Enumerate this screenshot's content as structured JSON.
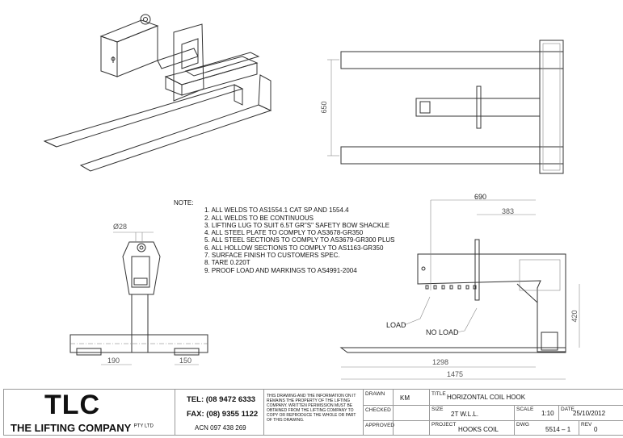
{
  "notes": {
    "heading": "NOTE:",
    "items": [
      "1. ALL WELDS TO AS1554.1 CAT SP AND 1554.4",
      "2. ALL WELDS TO BE CONTINUOUS",
      "3. LIFTING LUG TO SUIT 6.5T GR\"S\" SAFETY BOW SHACKLE",
      "4. ALL STEEL PLATE TO COMPLY TO AS3678-GR350",
      "5. ALL STEEL SECTIONS TO COMPLY TO AS3679-GR300 PLUS",
      "6. ALL HOLLOW SECTIONS TO COMPLY TO AS1163-GR350",
      "7. SURFACE FINISH TO CUSTOMERS SPEC.",
      "8. TARE 0.220T",
      "9. PROOF LOAD AND MARKINGS TO AS4991-2004"
    ]
  },
  "dimensions": {
    "top_view_width": "650",
    "pin_diameter": "Ø28",
    "front_left": "190",
    "front_right": "150",
    "side_690": "690",
    "side_383": "383",
    "side_420": "420",
    "side_1298": "1298",
    "side_1475": "1475",
    "load_label": "LOAD",
    "no_load_label": "NO LOAD"
  },
  "title_block": {
    "logo": "TLC",
    "company": "THE LIFTING COMPANY",
    "company_suffix": "PTY LTD",
    "tel": "TEL: (08 9472 6333",
    "fax": "FAX: (08) 9355 1122",
    "acn": "ACN 097 438 269",
    "disclaimer": "THIS DRAWING AND THE INFORMATION ON IT REMAINS THE PROPERTY OF THE LIFTING COMPANY. WRITTEN PERMISSION MUST BE OBTAINED FROM THE LIFTING COMPANY TO COPY OR REPRODUCE THE WHOLE OR PART OF THIS DRAWING.",
    "drawn_label": "DRAWN",
    "drawn_value": "KM",
    "checked_label": "CHECKED",
    "approved_label": "APPROVED",
    "title_label": "TITLE",
    "title_value": "HORIZONTAL COIL HOOK",
    "size_label": "SIZE",
    "size_value": "2T W.L.L.",
    "scale_label": "SCALE",
    "scale_value": "1:10",
    "date_label": "DATE",
    "date_value": "25/10/2012",
    "project_label": "PROJECT",
    "project_value": "HOOKS COIL",
    "dwg_label": "DWG",
    "dwg_value": "5514 – 1",
    "rev_label": "REV",
    "rev_value": "0"
  }
}
